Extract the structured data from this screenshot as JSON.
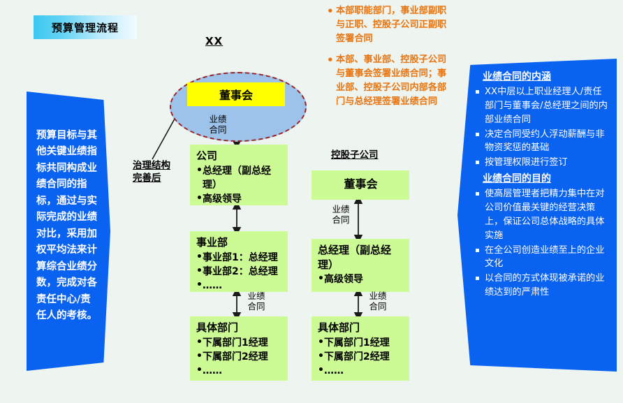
{
  "title": {
    "text": "预算管理流程"
  },
  "left_callout": {
    "text": "预算目标与其他关键业绩指标共同构成业绩合同的指标，通过与实际完成的业绩对比，采用加权平均法来计算综合业绩分数，完成对各责任中心/责任人的考核。"
  },
  "orange_notes": {
    "items": [
      "本部职能部门，事业部副职与正职、控股子公司正副职签署合同",
      "本部、事业部、控股子公司与董事会签署业绩合同；事业部、控股子公司内部各部门与总经理签署业绩合同"
    ],
    "color": "#e87511"
  },
  "org": {
    "xx_label": "XX",
    "governance_label": "治理结构完善后",
    "sub_company_label": "控股子公司",
    "perf_contract_label_line1": "业绩",
    "perf_contract_label_line2": "合同",
    "board_box": {
      "label": "董事会",
      "fill": "#ffff00",
      "ellipse_fill": "#9dc3ea",
      "ellipse_border": "#9c2020"
    },
    "center_column": [
      {
        "head": "公司",
        "items": [
          "总经理（副总经理）",
          "高级领导"
        ]
      },
      {
        "head": "事业部",
        "items": [
          "事业部1：总经理",
          "事业部2：总经理",
          "……"
        ]
      },
      {
        "head": "具体部门",
        "items": [
          "下属部门1经理",
          "下属部门2经理",
          "……"
        ]
      }
    ],
    "right_column": [
      {
        "head": "董事会",
        "items": []
      },
      {
        "head": "总经理（副总经理）",
        "items": [
          "高级领导"
        ]
      },
      {
        "head": "具体部门",
        "items": [
          "下属部门1经理",
          "下属部门2经理",
          "……"
        ]
      }
    ]
  },
  "right_callout": {
    "section1_title": "业绩合同的内涵",
    "section1_items": [
      "XX中层以上职业经理人/责任部门与董事会/总经理之间的内部业绩合同",
      "决定合同受约人浮动薪酬与非物资奖惩的基础",
      "按管理权限进行签订"
    ],
    "section2_title": "业绩合同的目的",
    "section2_items": [
      "使高层管理者把精力集中在对公司价值最关键的经营决策上，保证公司总体战略的具体实施",
      "在全公司创造业绩至上的企业文化",
      "以合同的方式体现被承诺的业绩达到的严肃性"
    ],
    "bg": "#0a62f0"
  }
}
